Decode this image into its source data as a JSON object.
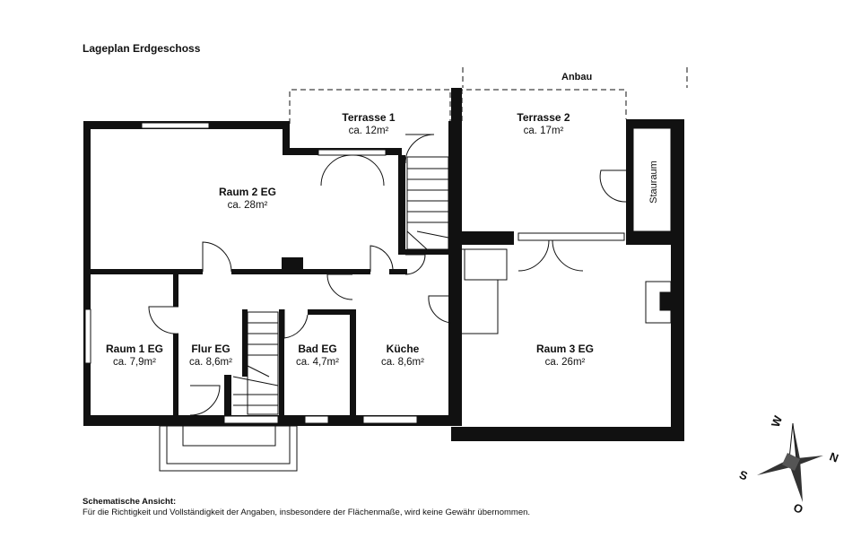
{
  "plan_title": "Lageplan Erdgeschoss",
  "annex_label": "Anbau",
  "rooms": [
    {
      "name": "Terrasse 1",
      "area": "ca. 12m²"
    },
    {
      "name": "Terrasse 2",
      "area": "ca. 17m²"
    },
    {
      "name": "Raum 2 EG",
      "area": "ca. 28m²"
    },
    {
      "name": "Raum 1 EG",
      "area": "ca. 7,9m²"
    },
    {
      "name": "Flur EG",
      "area": "ca. 8,6m²"
    },
    {
      "name": "Bad EG",
      "area": "ca. 4,7m²"
    },
    {
      "name": "Küche",
      "area": "ca. 8,6m²"
    },
    {
      "name": "Raum 3 EG",
      "area": "ca. 26m²"
    }
  ],
  "storage_label": "Stauraum",
  "compass": {
    "north": "N",
    "south": "S",
    "east": "O",
    "west": "W"
  },
  "note": {
    "heading": "Schematische Ansicht:",
    "text": "Für die Richtigkeit und Vollständigkeit der Angaben, insbesondere der Flächenmaße, wird keine Gewähr übernommen."
  }
}
